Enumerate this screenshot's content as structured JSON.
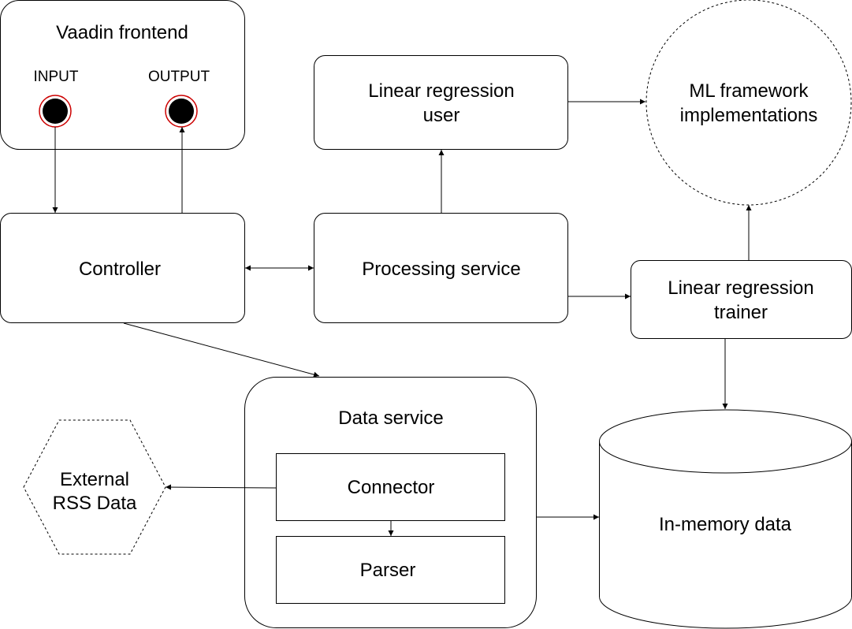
{
  "colors": {
    "stroke": "#000000",
    "background": "#ffffff",
    "port_ring": "#cc0000",
    "port_fill": "#000000"
  },
  "frontend": {
    "title": "Vaadin frontend",
    "input_label": "INPUT",
    "output_label": "OUTPUT"
  },
  "nodes": {
    "controller": "Controller",
    "processing": "Processing service",
    "lr_user": [
      "Linear regression",
      "user"
    ],
    "ml_framework": [
      "ML framework",
      "implementations"
    ],
    "lr_trainer": [
      "Linear regression",
      "trainer"
    ],
    "data_service": "Data service",
    "connector": "Connector",
    "parser": "Parser",
    "external": [
      "External",
      "RSS Data"
    ],
    "in_memory": "In-memory data"
  },
  "edges": [
    {
      "from": "input-port",
      "to": "controller"
    },
    {
      "from": "controller",
      "to": "output-port"
    },
    {
      "from": "controller",
      "to": "processing",
      "bidirectional": true
    },
    {
      "from": "processing",
      "to": "lr_user"
    },
    {
      "from": "lr_user",
      "to": "ml_framework"
    },
    {
      "from": "processing",
      "to": "lr_trainer"
    },
    {
      "from": "lr_trainer",
      "to": "ml_framework"
    },
    {
      "from": "lr_trainer",
      "to": "in_memory"
    },
    {
      "from": "controller",
      "to": "data_service"
    },
    {
      "from": "connector",
      "to": "external"
    },
    {
      "from": "connector",
      "to": "parser"
    },
    {
      "from": "data_service",
      "to": "in_memory"
    }
  ]
}
